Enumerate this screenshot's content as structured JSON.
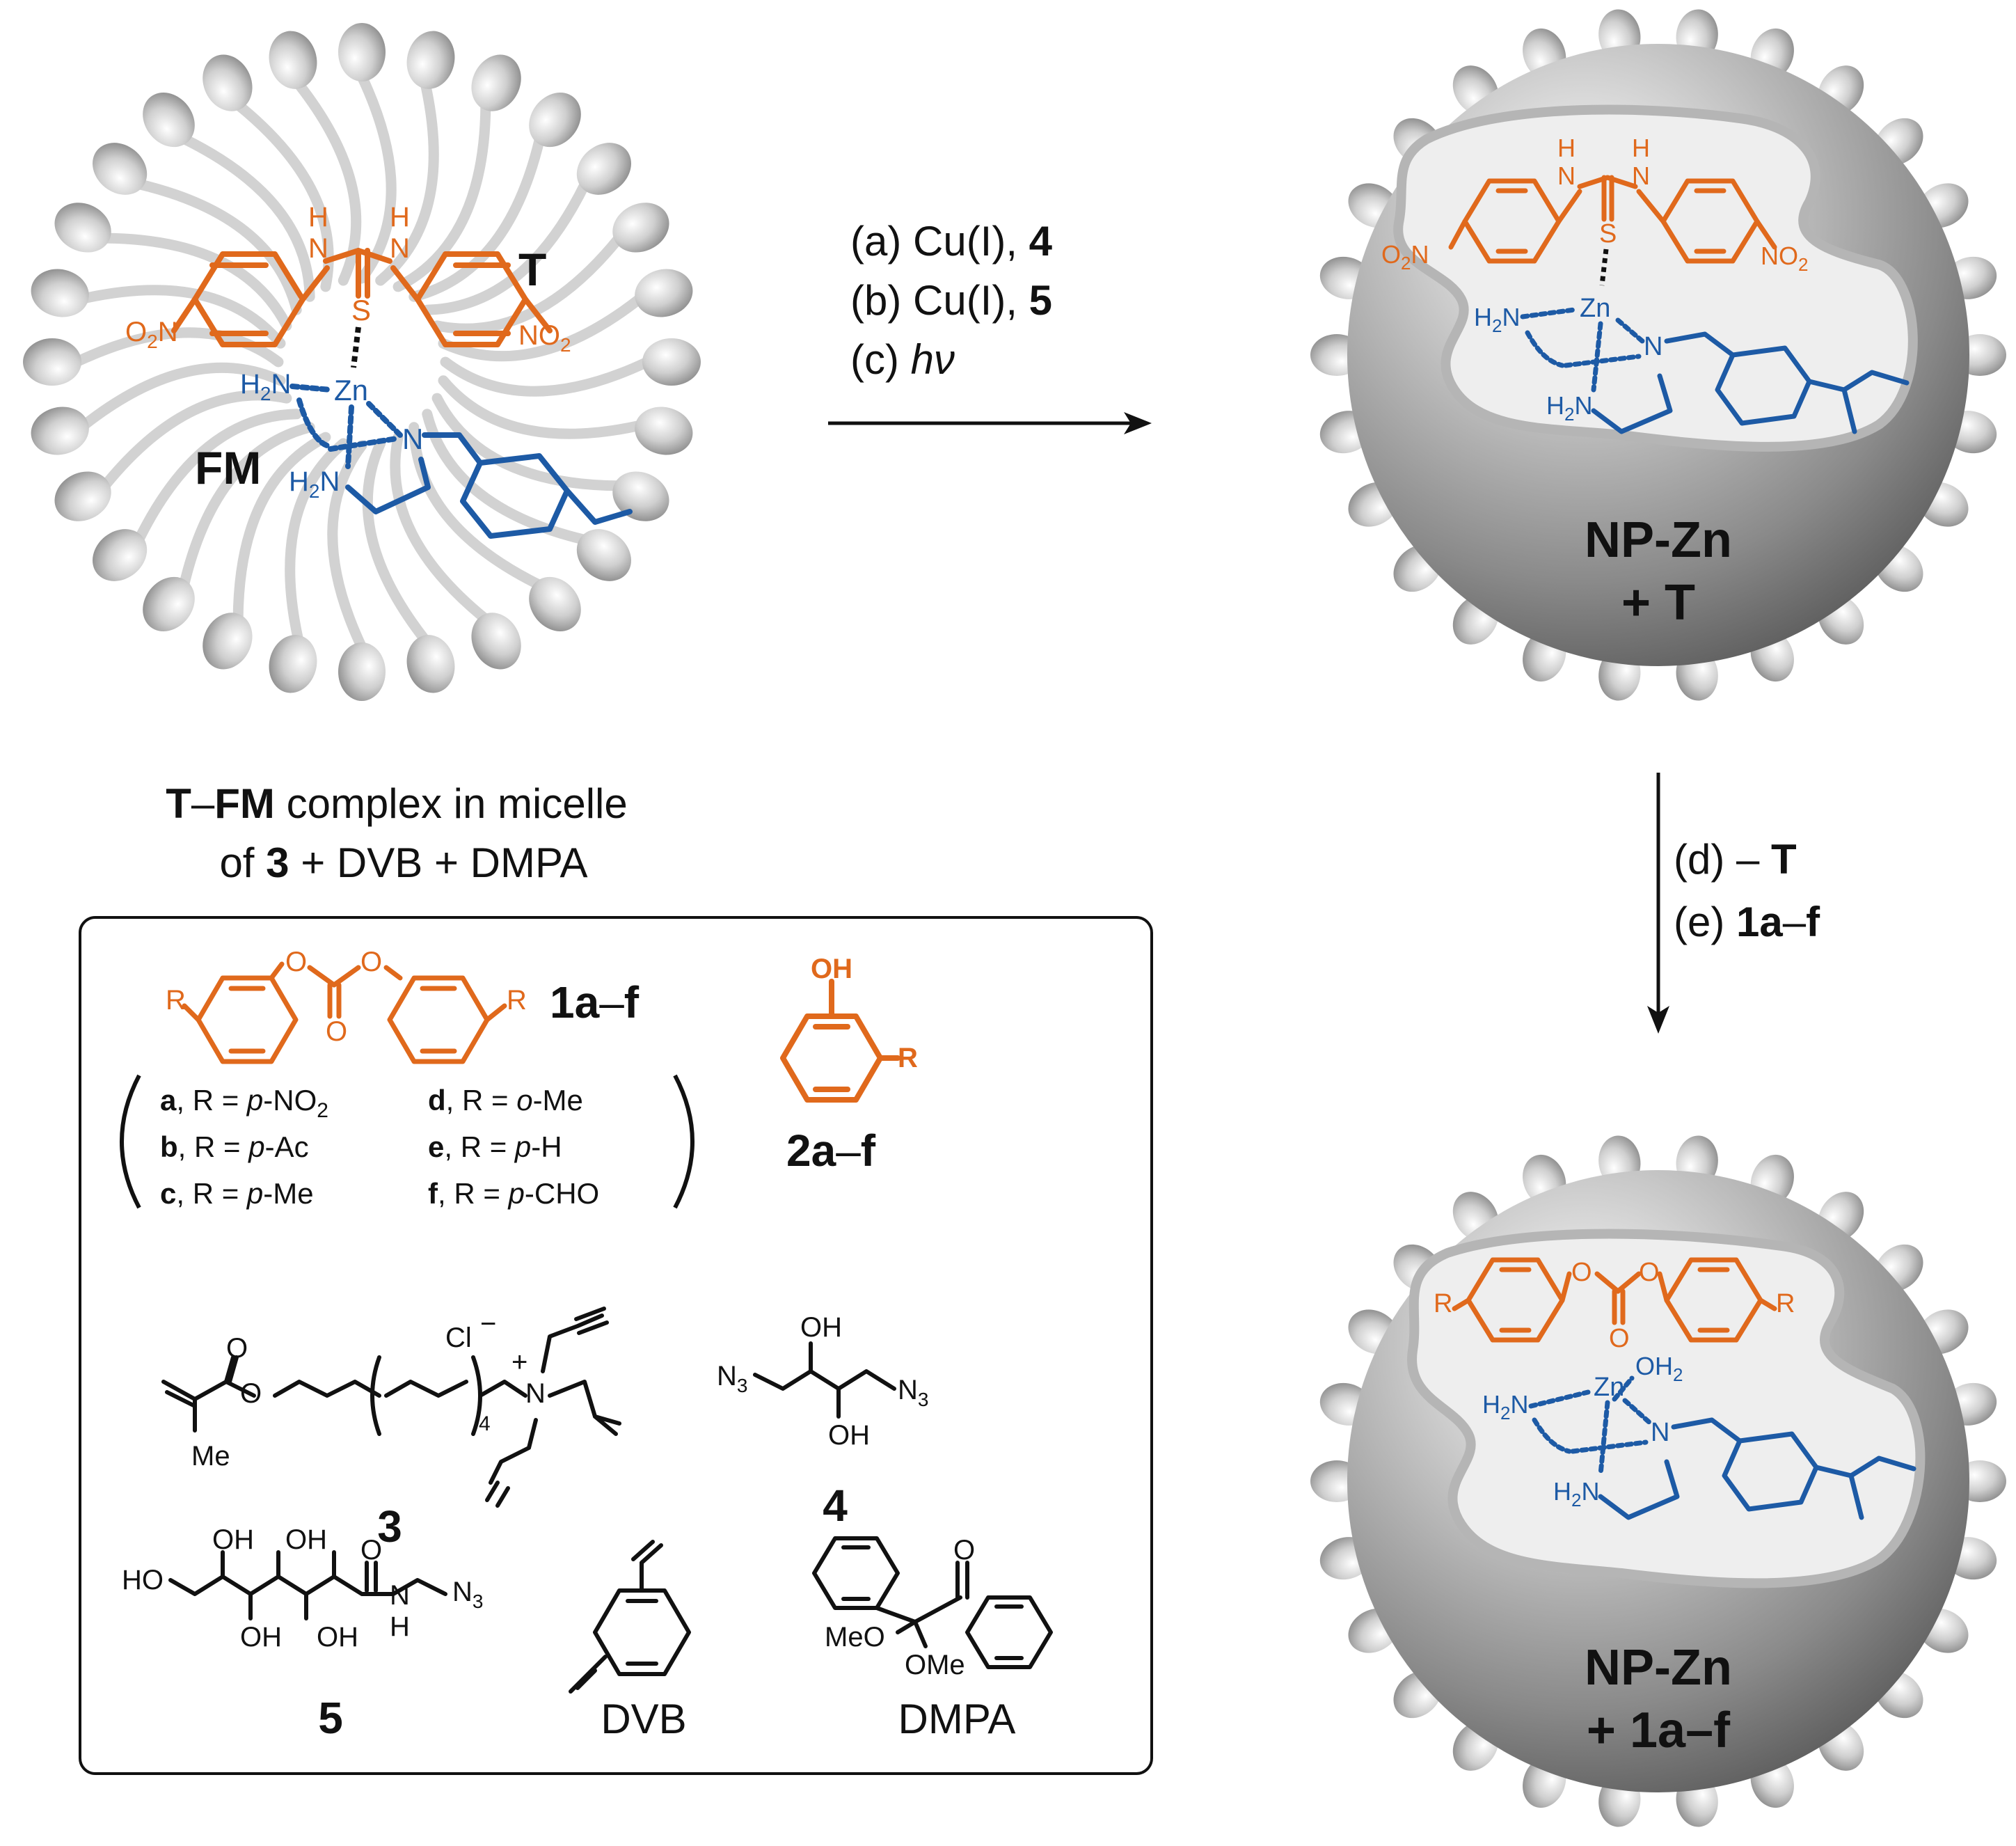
{
  "colors": {
    "text": "#111111",
    "template_orange": "#e0691c",
    "monomer_blue": "#1d5aa5",
    "surfactant_tail": "#d0d0d0",
    "bead_gray": "#bdbdbd",
    "nanoparticle_gray": "#7a7a7a",
    "pocket_fill": "#eeeeee",
    "pocket_outline": "#b8b8b8"
  },
  "micelle": {
    "template_label": "T",
    "monomer_label": "FM",
    "metal": "Zn",
    "caption_line1_a": "T",
    "caption_line1_dash": "–",
    "caption_line1_b": "FM",
    "caption_line1_c": " complex in micelle",
    "caption_line2_a": "of ",
    "caption_line2_b": "3",
    "caption_line2_c": " + DVB + DMPA"
  },
  "structure_text": {
    "NH": "N",
    "H": "H",
    "S": "S",
    "O2N_a": "O",
    "O2N_sub": "2",
    "O2N_b": "N",
    "NO2_a": "NO",
    "NO2_sub": "2",
    "H2N_a": "H",
    "H2N_sub": "2",
    "H2N_b": "N",
    "N": "N",
    "OH2_a": "OH",
    "OH2_sub": "2",
    "O": "O",
    "R": "R"
  },
  "steps_top": {
    "a_prefix": "(a) Cu(I), ",
    "a_bold": "4",
    "b_prefix": "(b) Cu(I), ",
    "b_bold": "5",
    "c_prefix": "(c) ",
    "c_italic": "hν"
  },
  "steps_right": {
    "d_prefix": "(d) – ",
    "d_bold": "T",
    "e_prefix": "(e) ",
    "e_bold": "1a",
    "e_dash": "–",
    "e_bold2": "f"
  },
  "nanoparticle_top": {
    "line1": "NP-Zn",
    "line2": "+ T"
  },
  "nanoparticle_bottom": {
    "line1": "NP-Zn",
    "line2_a": "+ ",
    "line2_b": "1a",
    "line2_c": "–",
    "line2_d": "f"
  },
  "legend": {
    "compound1": {
      "id_a": "1a",
      "id_dash": "–",
      "id_b": "f"
    },
    "substituents": [
      {
        "letter": "a",
        "prefix": ", R = ",
        "pos": "p",
        "group": "-NO",
        "sub": "2"
      },
      {
        "letter": "b",
        "prefix": ", R = ",
        "pos": "p",
        "group": "-Ac",
        "sub": ""
      },
      {
        "letter": "c",
        "prefix": ", R = ",
        "pos": "p",
        "group": "-Me",
        "sub": ""
      },
      {
        "letter": "d",
        "prefix": ", R = ",
        "pos": "o",
        "group": "-Me",
        "sub": ""
      },
      {
        "letter": "e",
        "prefix": ", R = ",
        "pos": "p",
        "group": "-H",
        "sub": ""
      },
      {
        "letter": "f",
        "prefix": ", R = ",
        "pos": "p",
        "group": "-CHO",
        "sub": ""
      }
    ],
    "compound2": {
      "id_a": "2a",
      "id_dash": "–",
      "id_b": "f",
      "OH": "OH",
      "R": "R"
    },
    "compound3": {
      "id": "3",
      "Cl": "Cl",
      "minus": "−",
      "plus": "+",
      "N": "N",
      "O": "O",
      "Me": "Me",
      "n": "4"
    },
    "compound4": {
      "id": "4",
      "OH": "OH",
      "N3_a": "N",
      "N3_sub": "3"
    },
    "compound5": {
      "id": "5",
      "OH": "OH",
      "HO": "HO",
      "O": "O",
      "N": "N",
      "H": "H",
      "N3_a": "N",
      "N3_sub": "3"
    },
    "DVB": {
      "id": "DVB"
    },
    "DMPA": {
      "id": "DMPA",
      "O": "O",
      "MeO": "MeO",
      "OMe": "OMe"
    }
  }
}
